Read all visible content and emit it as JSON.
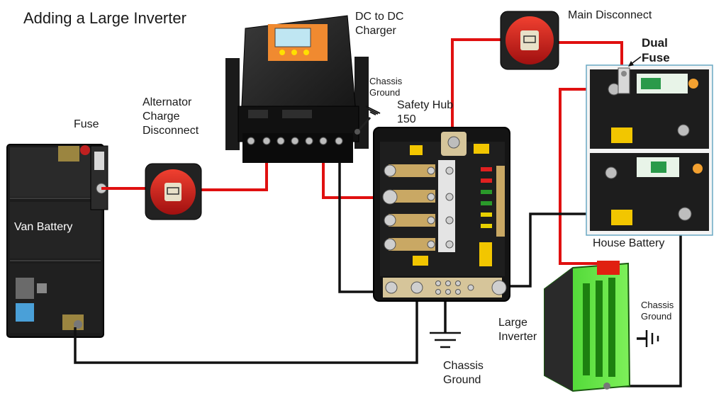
{
  "title": "Adding a Large Inverter",
  "labels": {
    "dc_charger": "DC to DC\nCharger",
    "main_disconnect": "Main Disconnect",
    "dual_fuse": "Dual\nFuse",
    "chassis_ground_top": "Chassis\nGround",
    "safety_hub": "Safety Hub\n150",
    "alternator_disconnect": "Alternator\nCharge\nDisconnect",
    "fuse": "Fuse",
    "van_battery": "Van Battery",
    "house_battery": "House Battery",
    "large_inverter": "Large\nInverter",
    "chassis_ground_inverter": "Chassis\nGround",
    "chassis_ground_bottom": "Chassis\nGround"
  },
  "wire_colors": {
    "positive": "#e01010",
    "negative": "#111111"
  }
}
